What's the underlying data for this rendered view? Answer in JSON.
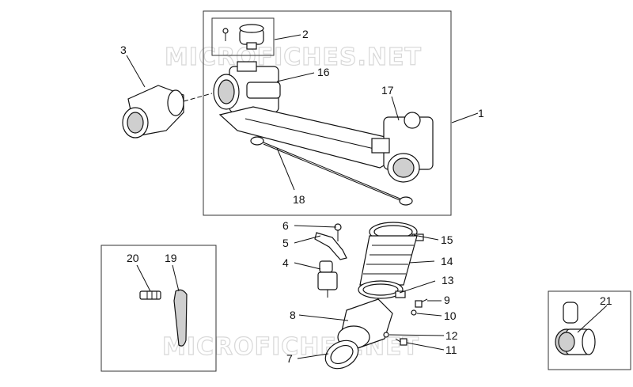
{
  "diagram": {
    "watermarks": [
      "MICROFICHES.NET",
      "MICROFICHES.NET"
    ],
    "callouts": [
      {
        "id": "1",
        "label": "1"
      },
      {
        "id": "2",
        "label": "2"
      },
      {
        "id": "3",
        "label": "3"
      },
      {
        "id": "4",
        "label": "4"
      },
      {
        "id": "5",
        "label": "5"
      },
      {
        "id": "6",
        "label": "6"
      },
      {
        "id": "7",
        "label": "7"
      },
      {
        "id": "8",
        "label": "8"
      },
      {
        "id": "9",
        "label": "9"
      },
      {
        "id": "10",
        "label": "10"
      },
      {
        "id": "11",
        "label": "11"
      },
      {
        "id": "12",
        "label": "12"
      },
      {
        "id": "13",
        "label": "13"
      },
      {
        "id": "14",
        "label": "14"
      },
      {
        "id": "15",
        "label": "15"
      },
      {
        "id": "16",
        "label": "16"
      },
      {
        "id": "17",
        "label": "17"
      },
      {
        "id": "18",
        "label": "18"
      },
      {
        "id": "19",
        "label": "19"
      },
      {
        "id": "20",
        "label": "20"
      },
      {
        "id": "21",
        "label": "21"
      }
    ]
  }
}
